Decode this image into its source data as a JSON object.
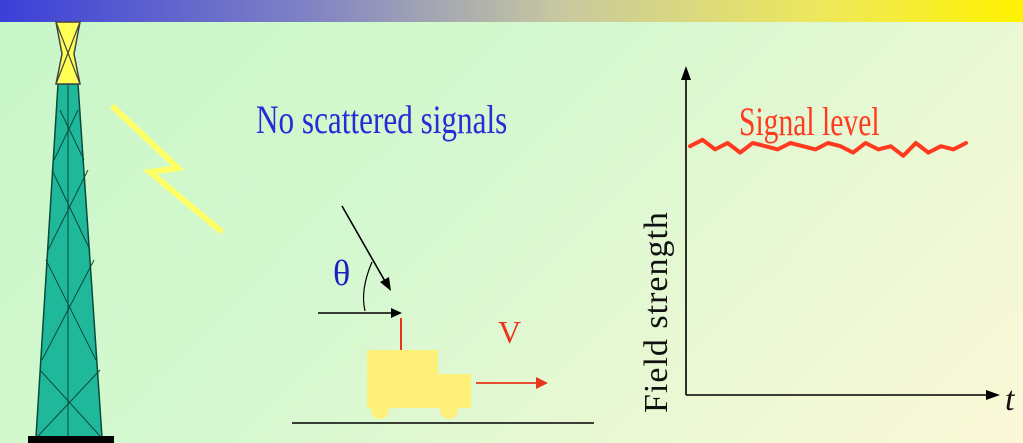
{
  "title_text": "No scattered signals",
  "angle_label": "θ",
  "velocity_label": "V",
  "chart": {
    "title": "Signal level",
    "ylabel": "Field strength",
    "xlabel": "t"
  },
  "chart_data": {
    "type": "line",
    "title": "Signal level",
    "xlabel": "t",
    "ylabel": "Field strength",
    "series": [
      {
        "values": [
          0.78,
          0.8,
          0.77,
          0.79,
          0.76,
          0.79,
          0.78,
          0.77,
          0.79,
          0.78,
          0.77,
          0.79,
          0.78,
          0.76,
          0.79,
          0.77,
          0.78,
          0.75,
          0.79,
          0.76,
          0.78,
          0.77,
          0.79
        ]
      }
    ]
  },
  "colors": {
    "title_blue": "#2a2ad8",
    "signal_red": "#ff3a1f",
    "truck_yellow": "#fff07a",
    "tower_green": "#1fb89a",
    "bolt_yellow": "#ffff66"
  }
}
